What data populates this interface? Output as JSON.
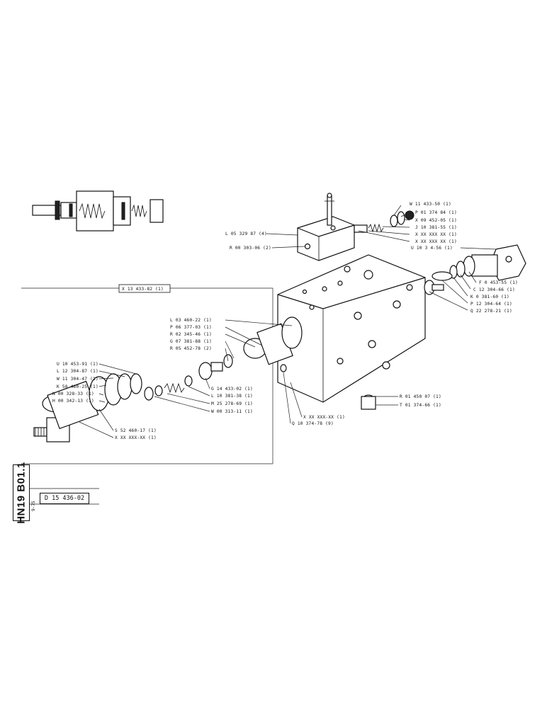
{
  "title_block": {
    "code": "HN19 B01.1",
    "sub": "9-75",
    "drawing_no": "D 15 436-02"
  },
  "labels": {
    "w11433_50": "W 11 433-50 (1)",
    "p01374_84": "P 01 374 84 (1)",
    "x09452_05": "X 09 452-05 (1)",
    "j10381_55": "J 10 381-55 (1)",
    "xx1": "X XX XXX XX (1)",
    "xx2": "X XX XXX XX (1)",
    "u1034_56": "U 10 3 4-56 (1)",
    "l05329": "L 05 329 87 (4)",
    "r00303": "R 00 303-06 (2)",
    "x13433": "X 13 433-82 (1)",
    "f0453": "F 0 453-55 (1)",
    "c12304": "C 12 304-66 (1)",
    "k0381": "K 0 381-60 (1)",
    "p12304": "P 12 304-64 (1)",
    "q22278": "Q 22 278-21 (1)",
    "l03460": "L 03 460-22 (1)",
    "p06377": "P 06 377-03 (1)",
    "r02345": "R 02 345-46 (1)",
    "g07381": "G 07 381-88 (1)",
    "r05452": "R 05 452-78 (2)",
    "u10453": "U 10 453-91 (1)",
    "l12304": "L 12 304-87 (1)",
    "w11304": "W 11 304-47 (1)",
    "k50460": "K 50 460-25 (1)",
    "n00328": "N 00 328-33 (1)",
    "h00342": "H 00 342-13 (1)",
    "g14433": "G 14 433-02 (1)",
    "l10381": "L 10 381-38 (1)",
    "m25278": "M 25 278-69 (1)",
    "w00313": "W 00 313-11 (1)",
    "s52460": "S 52 460-17 (1)",
    "xx3": "X XX XXX-XX (1)",
    "xx4": "X XX XXX-XX (1)",
    "q10374": "Q 10 374-78 (9)",
    "r01450": "R 01 450 07 (1)",
    "t01374": "T 01 374-66 (1)"
  }
}
